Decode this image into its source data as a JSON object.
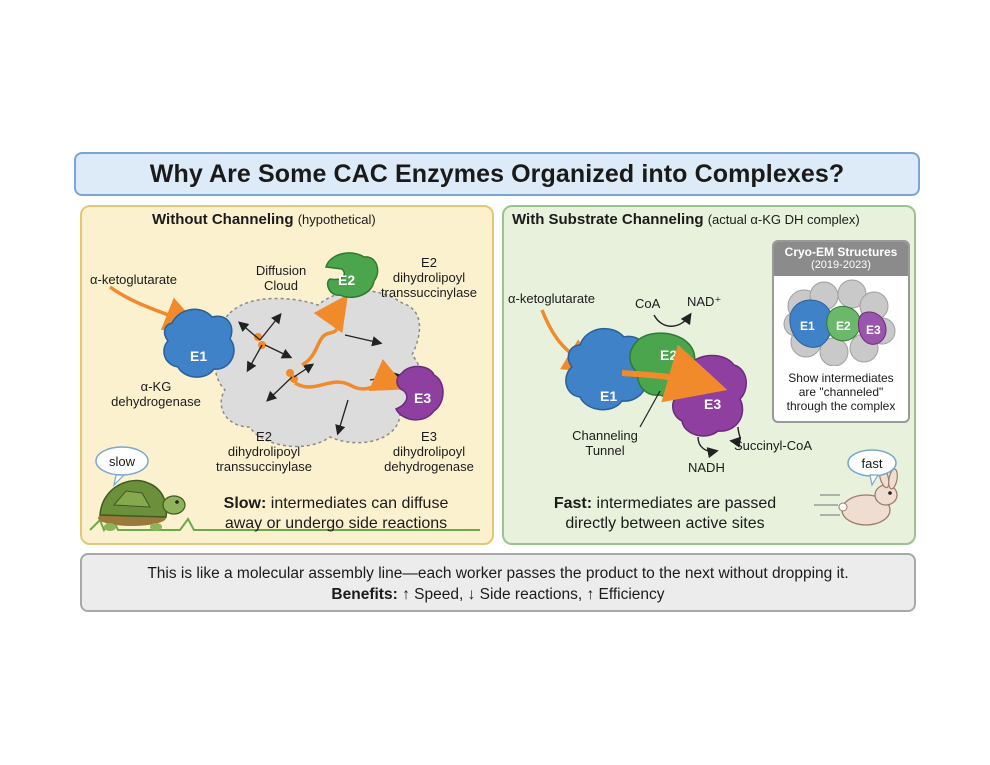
{
  "title": "Why Are Some CAC Enzymes Organized into Complexes?",
  "left_panel": {
    "title_bold": "Without Channeling",
    "title_sub": "(hypothetical)",
    "substrate_label": "α-ketoglutarate",
    "diffusion_label_1": "Diffusion",
    "diffusion_label_2": "Cloud",
    "e1_label": "E1",
    "e1_name_1": "α-KG",
    "e1_name_2": "dehydrogenase",
    "e2_label": "E2",
    "e2_top_1": "E2",
    "e2_top_2": "dihydrolipoyl",
    "e2_top_3": "transsuccinylase",
    "e2_bottom_1": "E2",
    "e2_bottom_2": "dihydrolipoyl",
    "e2_bottom_3": "transsuccinylase",
    "e3_label": "E3",
    "e3_name_1": "E3",
    "e3_name_2": "dihydrolipoyl",
    "e3_name_3": "dehydrogenase",
    "bubble": "slow",
    "caption_bold": "Slow:",
    "caption_1": "intermediates can diffuse",
    "caption_2": "away or undergo side reactions"
  },
  "right_panel": {
    "title_bold": "With Substrate Channeling",
    "title_sub": "(actual α-KG DH complex)",
    "substrate_label": "α-ketoglutarate",
    "coa_label": "CoA",
    "nad_label": "NAD⁺",
    "e1_label": "E1",
    "e2_label": "E2",
    "e3_label": "E3",
    "tunnel_1": "Channeling",
    "tunnel_2": "Tunnel",
    "nadh_label": "NADH",
    "succinyl_label": "Succinyl-CoA",
    "bubble": "fast",
    "caption_bold": "Fast:",
    "caption_1": "intermediates are passed",
    "caption_2": "directly between active sites",
    "cryo": {
      "title": "Cryo-EM Structures",
      "years": "(2019-2023)",
      "e1": "E1",
      "e2": "E2",
      "e3": "E3",
      "text_1": "Show intermediates",
      "text_2": "are \"channeled\"",
      "text_3": "through the complex"
    }
  },
  "bottom": {
    "line_1": "This is like a molecular assembly line—each worker passes the product to the next without dropping it.",
    "line_2_bold": "Benefits:",
    "line_2": "↑ Speed, ↓ Side reactions, ↑ Efficiency"
  },
  "colors": {
    "e1": "#3f82c8",
    "e2": "#4aa54c",
    "e3": "#8e3fa0",
    "arrow": "#f08a2b",
    "left_bg": "#fbf1cf",
    "right_bg": "#e7f1dc",
    "title_bg": "#dcebf7"
  }
}
